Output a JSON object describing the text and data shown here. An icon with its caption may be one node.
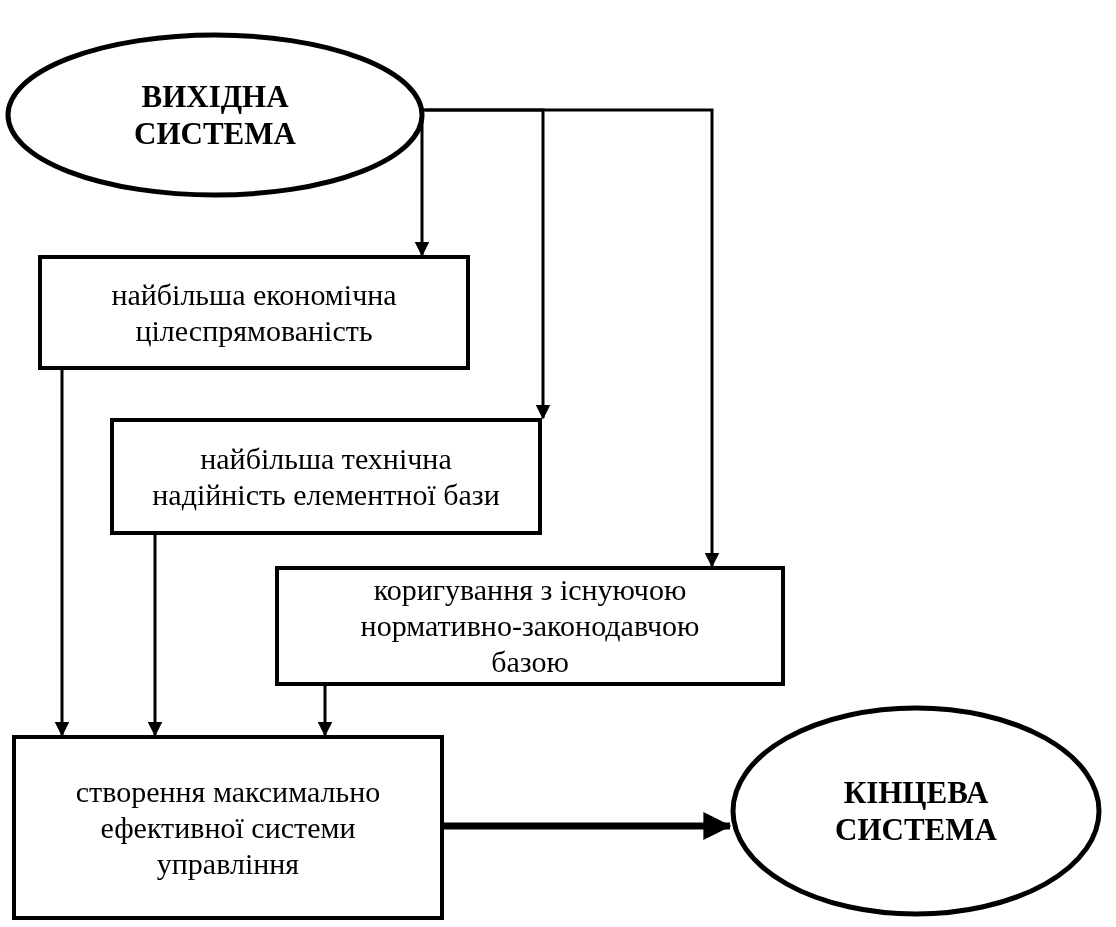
{
  "diagram": {
    "nodes": [
      {
        "text": [
          "ВИХІДНА СИСТЕМА"
        ]
      },
      {
        "text": [
          "найбільша економічна цілеспрямованість"
        ]
      },
      {
        "text": [
          "найбільша технічна надійність елементної бази"
        ]
      },
      {
        "text": [
          "коригування з існуючою нормативно-законодавчою базою"
        ]
      },
      {
        "text": [
          "створення максимально ефективної системи управління"
        ]
      },
      {
        "text": [
          "КІНЦЕВА СИСТЕМА"
        ]
      }
    ],
    "edges": [
      {
        "from": 0,
        "to": 1,
        "arrow": "to"
      },
      {
        "from": 0,
        "to": 2,
        "arrow": "to"
      },
      {
        "from": 0,
        "to": 3,
        "arrow": "to"
      },
      {
        "from": 1,
        "to": 4,
        "arrow": "to"
      },
      {
        "from": 2,
        "to": 4,
        "arrow": "to"
      },
      {
        "from": 3,
        "to": 4,
        "arrow": "to"
      },
      {
        "from": 4,
        "to": 5,
        "arrow": "to",
        "style": "thick"
      }
    ]
  }
}
